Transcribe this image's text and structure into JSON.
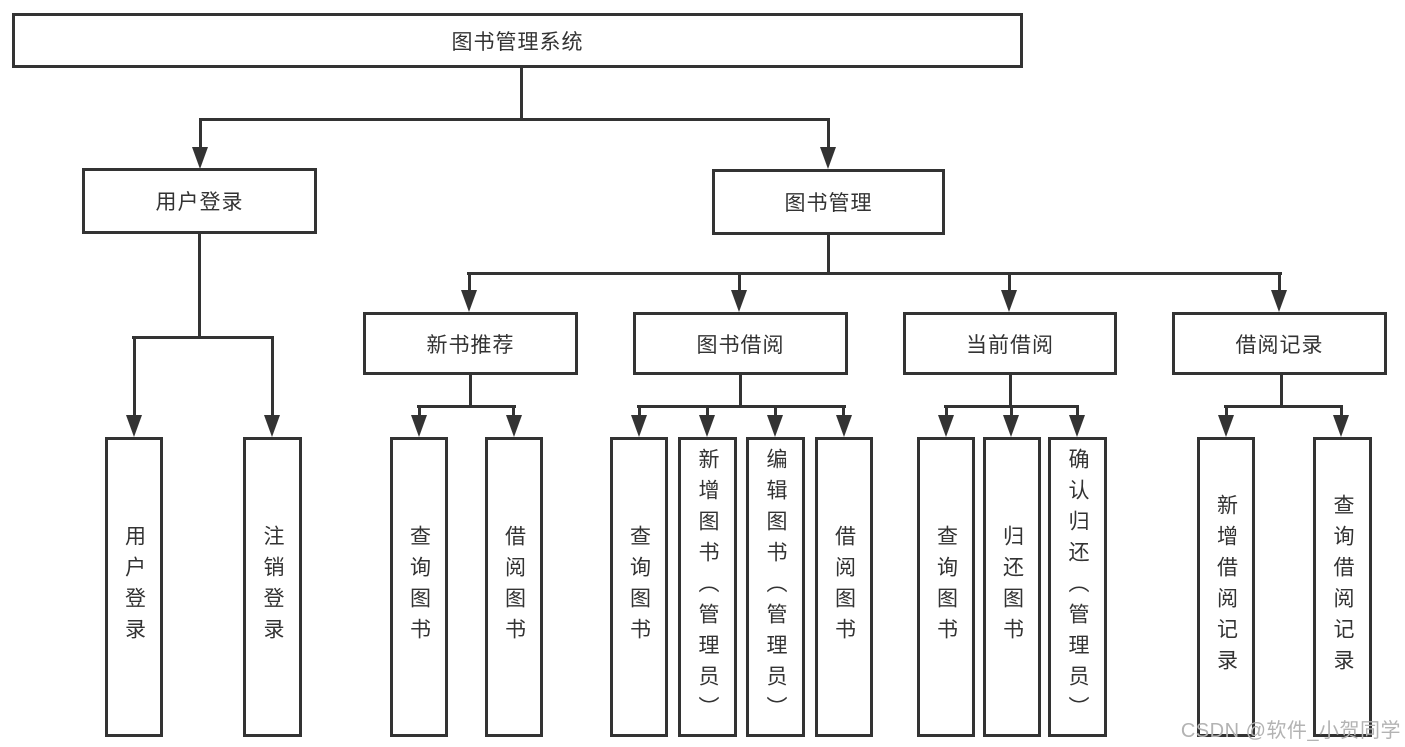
{
  "tree": {
    "root": {
      "label": "图书管理系统"
    },
    "branches": [
      {
        "label": "用户登录",
        "children": [
          {
            "label": "用户登录"
          },
          {
            "label": "注销登录"
          }
        ]
      },
      {
        "label": "图书管理",
        "children": [
          {
            "label": "新书推荐",
            "children": [
              {
                "label": "查询图书"
              },
              {
                "label": "借阅图书"
              }
            ]
          },
          {
            "label": "图书借阅",
            "children": [
              {
                "label": "查询图书"
              },
              {
                "label": "新增图书（管理员）"
              },
              {
                "label": "编辑图书（管理员）"
              },
              {
                "label": "借阅图书"
              }
            ]
          },
          {
            "label": "当前借阅",
            "children": [
              {
                "label": "查询图书"
              },
              {
                "label": "归还图书"
              },
              {
                "label": "确认归还（管理员）"
              }
            ]
          },
          {
            "label": "借阅记录",
            "children": [
              {
                "label": "新增借阅记录"
              },
              {
                "label": "查询借阅记录"
              }
            ]
          }
        ]
      }
    ]
  },
  "watermark": {
    "text": "CSDN @软件_小贺同学"
  },
  "colors": {
    "line": "#333333",
    "text": "#333333",
    "watermark": "#b3b3b3",
    "background": "#ffffff"
  }
}
